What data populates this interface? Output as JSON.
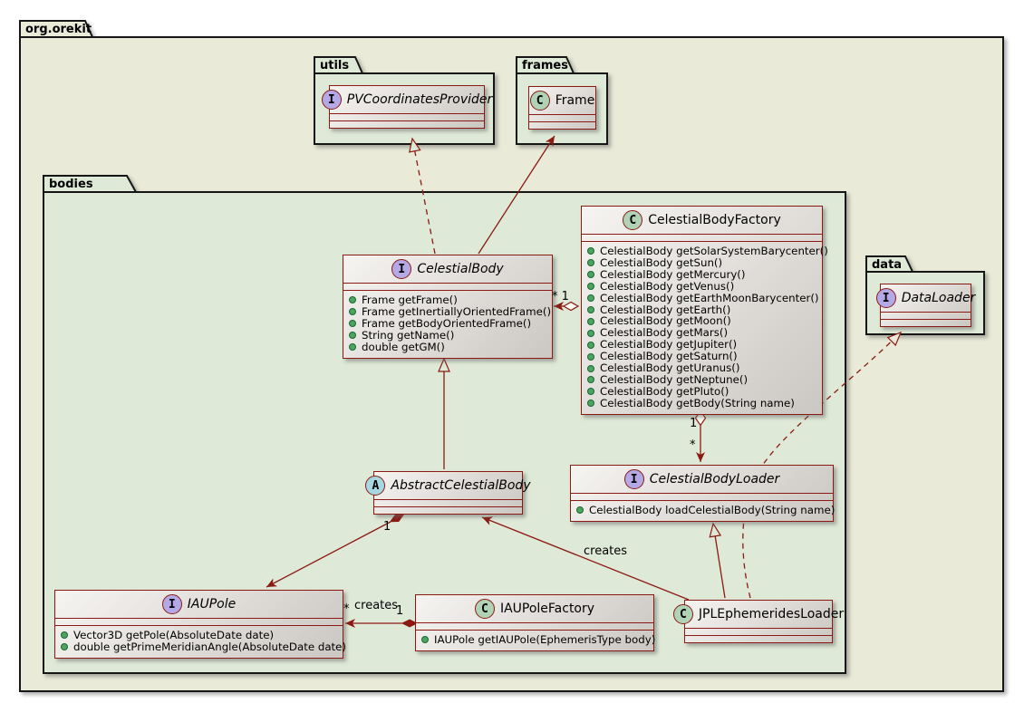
{
  "diagram_type": "uml-class-diagram",
  "colors": {
    "outer_package_fill": "#eaead8",
    "inner_package_fill": "#dfe9d7",
    "package_border": "#161616",
    "class_border": "#8a1a12",
    "relation_line": "#8a1a12",
    "interface_circle": "#b5a8e6",
    "class_circle": "#b0d3b5",
    "abstract_circle": "#a6d8e2",
    "public_method_dot": "#4fa35f"
  },
  "packages": {
    "root": "org.orekit",
    "utils": "utils",
    "frames": "frames",
    "bodies": "bodies",
    "data": "data"
  },
  "classes": {
    "pvprovider": {
      "kind": "I",
      "name": "PVCoordinatesProvider",
      "methods": []
    },
    "frame": {
      "kind": "C",
      "name": "Frame",
      "methods": []
    },
    "factory": {
      "kind": "C",
      "name": "CelestialBodyFactory",
      "methods": [
        "CelestialBody getSolarSystemBarycenter()",
        "CelestialBody getSun()",
        "CelestialBody getMercury()",
        "CelestialBody getVenus()",
        "CelestialBody getEarthMoonBarycenter()",
        "CelestialBody getEarth()",
        "CelestialBody getMoon()",
        "CelestialBody getMars()",
        "CelestialBody getJupiter()",
        "CelestialBody getSaturn()",
        "CelestialBody getUranus()",
        "CelestialBody getNeptune()",
        "CelestialBody getPluto()",
        "CelestialBody getBody(String name)"
      ]
    },
    "celestialbody": {
      "kind": "I",
      "name": "CelestialBody",
      "methods": [
        "Frame getFrame()",
        "Frame getInertiallyOrientedFrame()",
        "Frame getBodyOrientedFrame()",
        "String getName()",
        "double getGM()"
      ]
    },
    "abstractcb": {
      "kind": "A",
      "name": "AbstractCelestialBody",
      "methods": []
    },
    "loader": {
      "kind": "I",
      "name": "CelestialBodyLoader",
      "methods": [
        "CelestialBody loadCelestialBody(String name)"
      ]
    },
    "iaupole": {
      "kind": "I",
      "name": "IAUPole",
      "methods": [
        "Vector3D getPole(AbsoluteDate date)",
        "double getPrimeMeridianAngle(AbsoluteDate date)"
      ]
    },
    "iaupolefactory": {
      "kind": "C",
      "name": "IAUPoleFactory",
      "methods": [
        "IAUPole getIAUPole(EphemerisType body)"
      ]
    },
    "jpl": {
      "kind": "C",
      "name": "JPLEphemeridesLoader",
      "methods": []
    },
    "dataloader": {
      "kind": "I",
      "name": "DataLoader",
      "methods": []
    }
  },
  "relations": [
    {
      "from": "CelestialBody",
      "to": "PVCoordinatesProvider",
      "type": "realization-dashed-triangle",
      "label": ""
    },
    {
      "from": "CelestialBody",
      "to": "Frame",
      "type": "association-arrow",
      "label": ""
    },
    {
      "from": "AbstractCelestialBody",
      "to": "CelestialBody",
      "type": "generalization-triangle",
      "label": ""
    },
    {
      "from": "CelestialBodyFactory",
      "to": "CelestialBody",
      "type": "aggregation-arrow",
      "label": "* 1"
    },
    {
      "from": "CelestialBodyFactory",
      "to": "CelestialBodyLoader",
      "type": "aggregation-arrow",
      "source_label": "1",
      "target_label": "*"
    },
    {
      "from": "AbstractCelestialBody",
      "to": "IAUPole",
      "type": "composition-arrow",
      "source_label": "1"
    },
    {
      "from": "IAUPoleFactory",
      "to": "IAUPole",
      "type": "composition-arrow",
      "label": "creates",
      "source_label": "1",
      "target_label": "*"
    },
    {
      "from": "JPLEphemeridesLoader",
      "to": "CelestialBodyLoader",
      "type": "generalization-triangle",
      "label": ""
    },
    {
      "from": "JPLEphemeridesLoader",
      "to": "AbstractCelestialBody",
      "type": "association-arrow",
      "label": "creates"
    },
    {
      "from": "JPLEphemeridesLoader",
      "to": "DataLoader",
      "type": "realization-dashed-triangle",
      "label": ""
    }
  ]
}
